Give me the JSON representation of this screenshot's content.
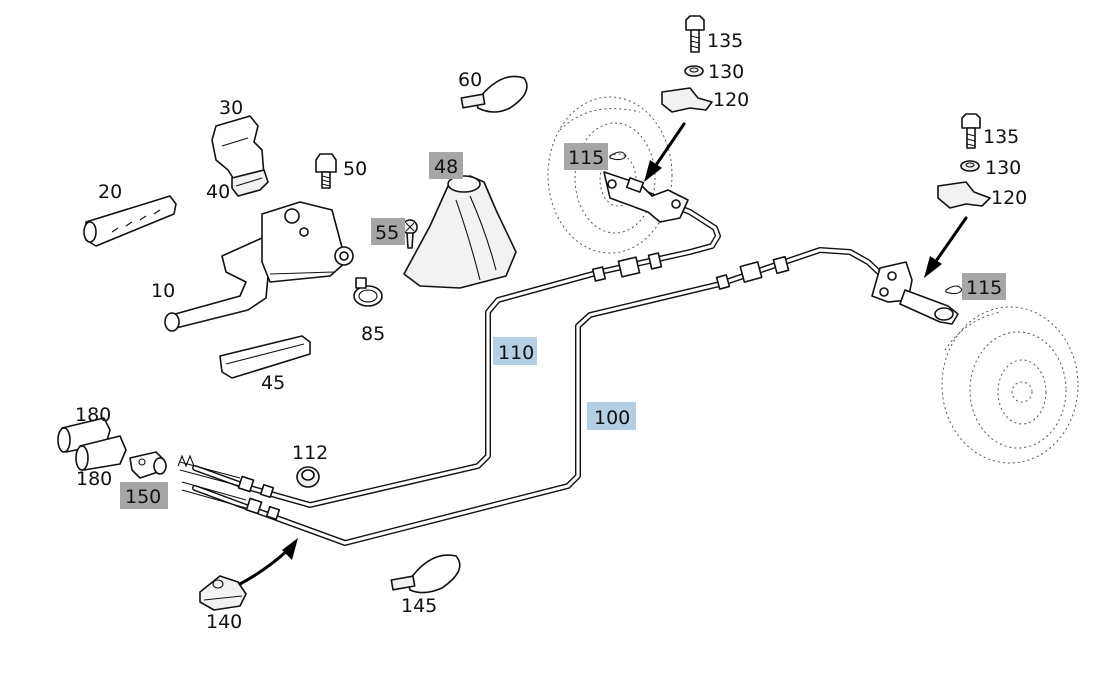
{
  "callouts": {
    "p10": "10",
    "p20": "20",
    "p30": "30",
    "p40": "40",
    "p45": "45",
    "p48": "48",
    "p50": "50",
    "p55": "55",
    "p60": "60",
    "p85": "85",
    "p100": "100",
    "p110": "110",
    "p112": "112",
    "p115a": "115",
    "p115b": "115",
    "p120a": "120",
    "p120b": "120",
    "p130a": "130",
    "p130b": "130",
    "p135a": "135",
    "p135b": "135",
    "p140": "140",
    "p145": "145",
    "p150": "150",
    "p180a": "180",
    "p180b": "180"
  },
  "highlight_colors": {
    "grey": "#a6a6a6",
    "blue": "#b4cfe4"
  }
}
